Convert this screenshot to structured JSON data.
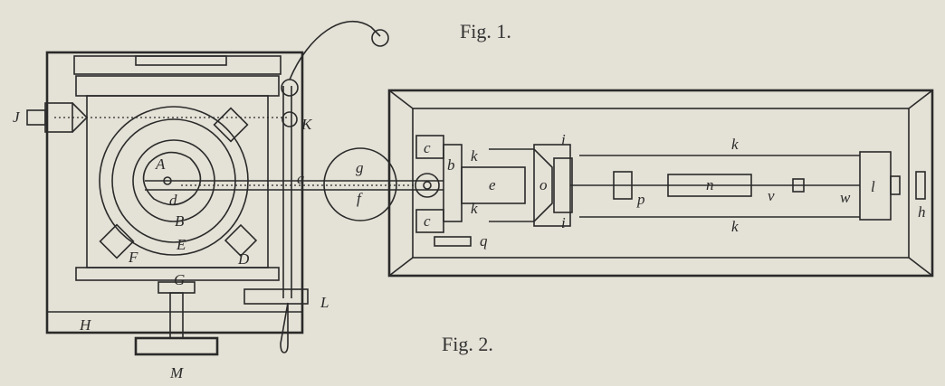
{
  "captions": {
    "fig1": "Fig. 1.",
    "fig2": "Fig. 2."
  },
  "labels": {
    "J": "J",
    "K": "K",
    "A": "A",
    "d": "d",
    "B": "B",
    "E": "E",
    "F": "F",
    "D": "D",
    "G": "G",
    "H": "H",
    "L": "L",
    "M": "M",
    "a": "a",
    "g": "g",
    "f": "f",
    "c1": "c",
    "c2": "c",
    "b": "b",
    "k1": "k",
    "k2": "k",
    "k3": "k",
    "k4": "k",
    "e": "e",
    "o": "o",
    "i1": "i",
    "i2": "i",
    "q": "q",
    "p": "p",
    "n": "n",
    "v": "v",
    "w": "w",
    "l": "l",
    "h": "h"
  }
}
